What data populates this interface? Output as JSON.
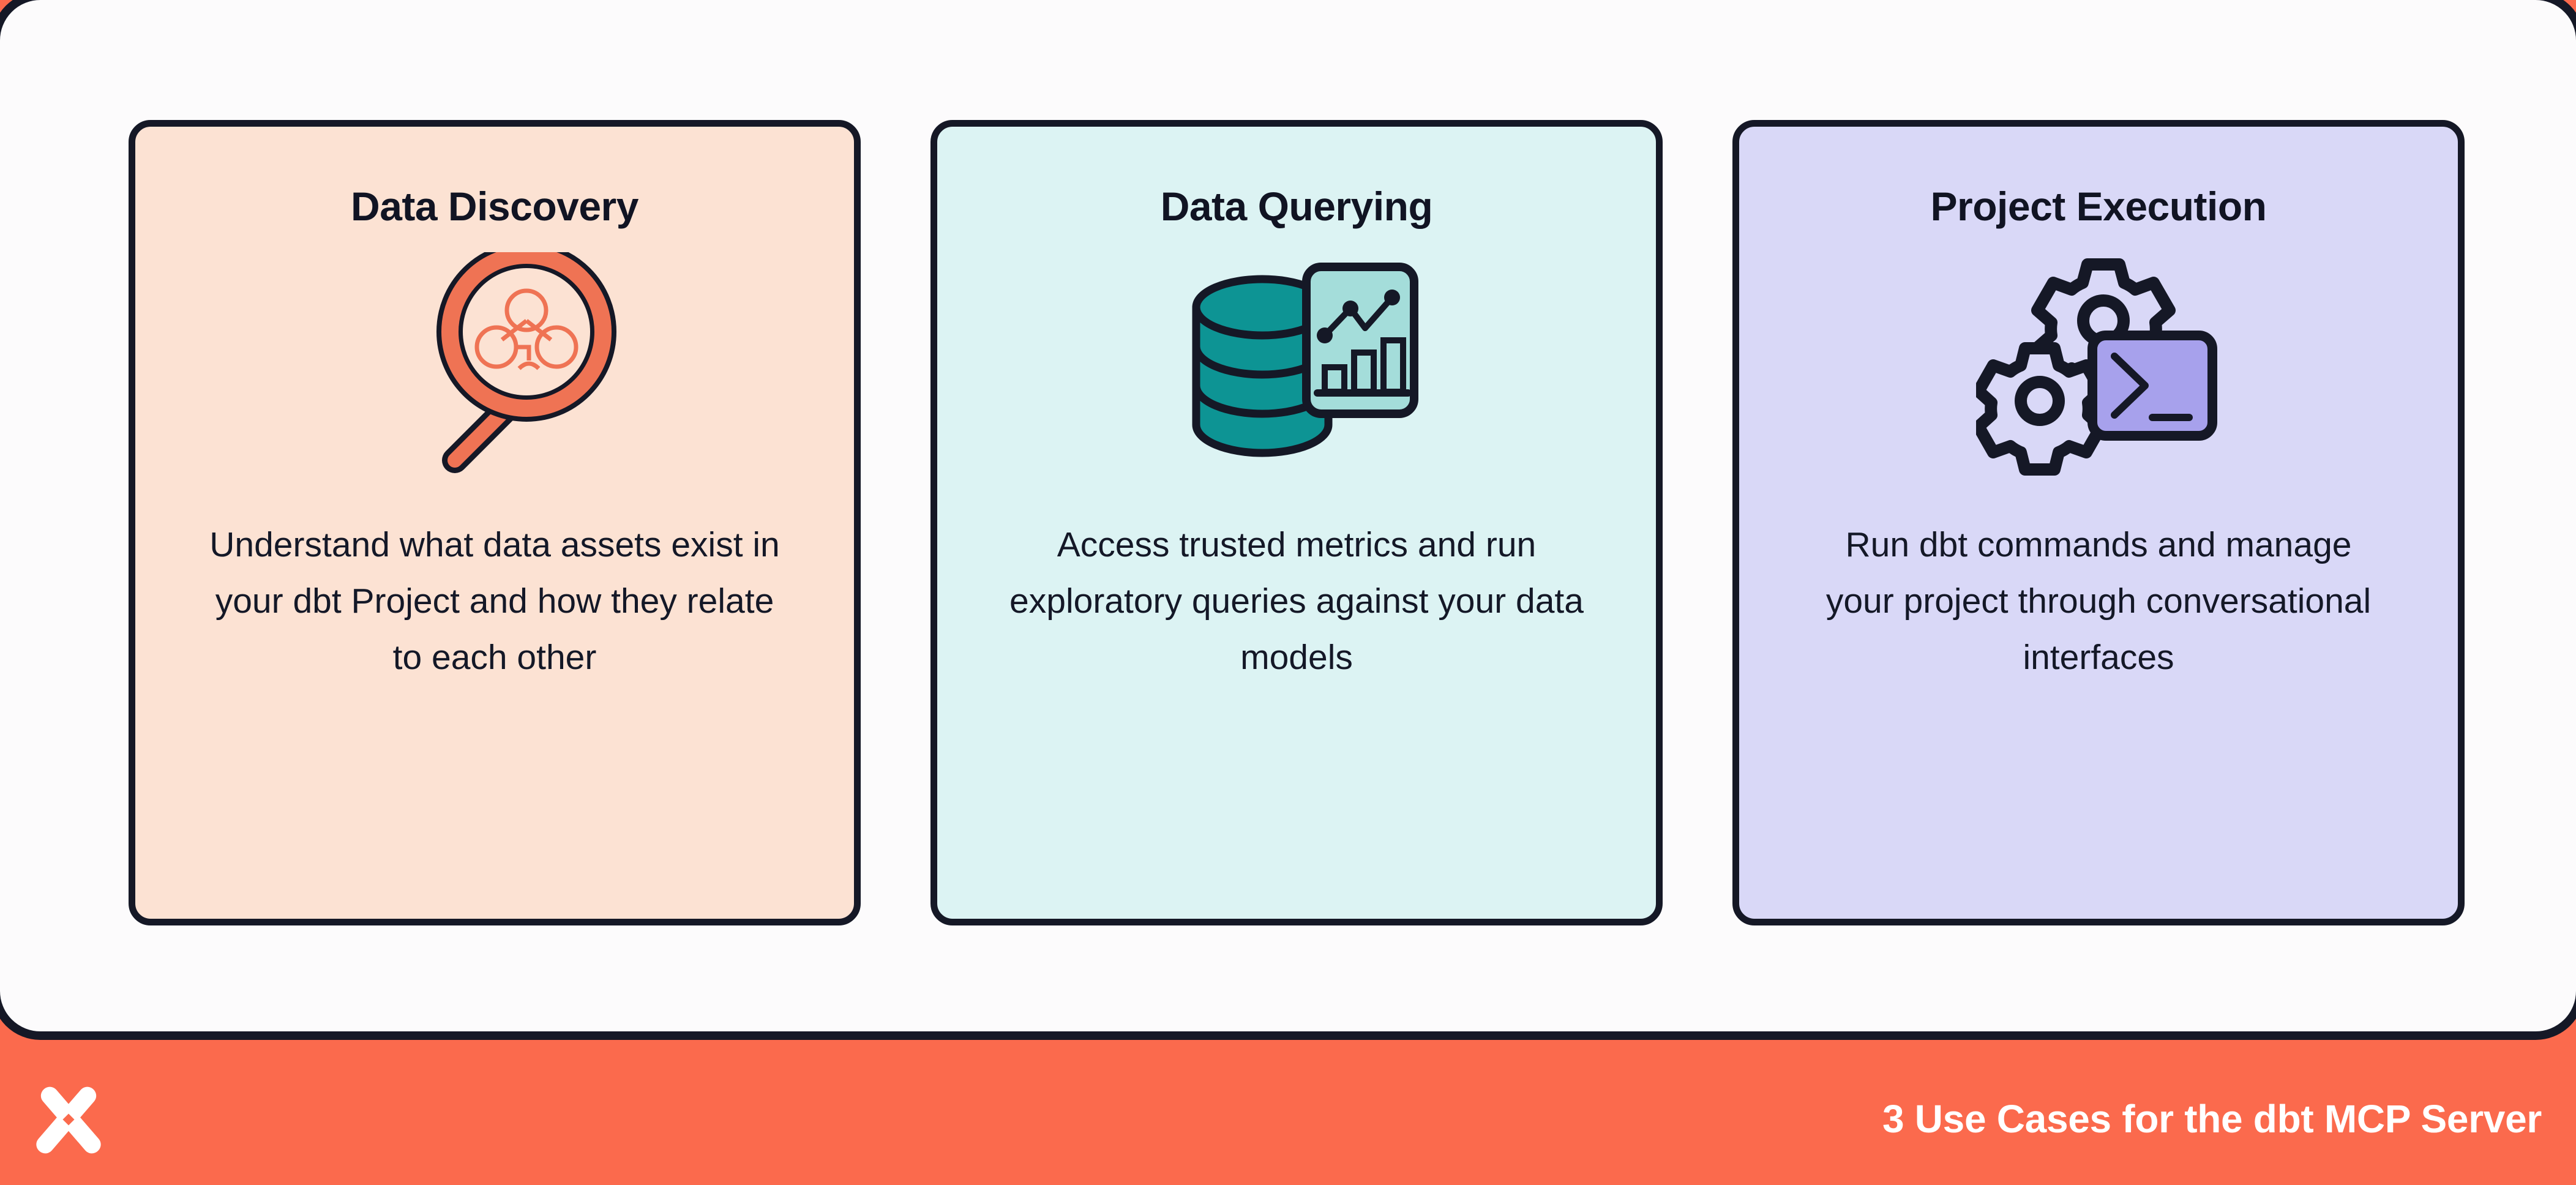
{
  "footer": {
    "caption": "3 Use Cases for the dbt MCP Server",
    "logo_icon": "dbt-logo-icon",
    "background_color": "#fb6a4d",
    "text_color": "#ffffff"
  },
  "panel": {
    "background_color": "#fcfbfc",
    "border_color": "#151826"
  },
  "cards": [
    {
      "id": "data-discovery",
      "title": "Data Discovery",
      "body": "Understand what data assets exist in your dbt Project and how they relate to each other",
      "icon": "magnifying-glass-network-icon",
      "background_color": "#fce2d3",
      "accent_color": "#ef7354",
      "border_color": "#151826"
    },
    {
      "id": "data-querying",
      "title": "Data Querying",
      "body": "Access trusted metrics and run exploratory queries against your data models",
      "icon": "database-chart-icon",
      "background_color": "#dcf3f3",
      "accent_color": "#0d9494",
      "border_color": "#151826"
    },
    {
      "id": "project-execution",
      "title": "Project Execution",
      "body": "Run dbt commands and manage your project through conversational interfaces",
      "icon": "gears-terminal-icon",
      "background_color": "#d9d8f7",
      "accent_color": "#a7a1ec",
      "border_color": "#151826"
    }
  ]
}
